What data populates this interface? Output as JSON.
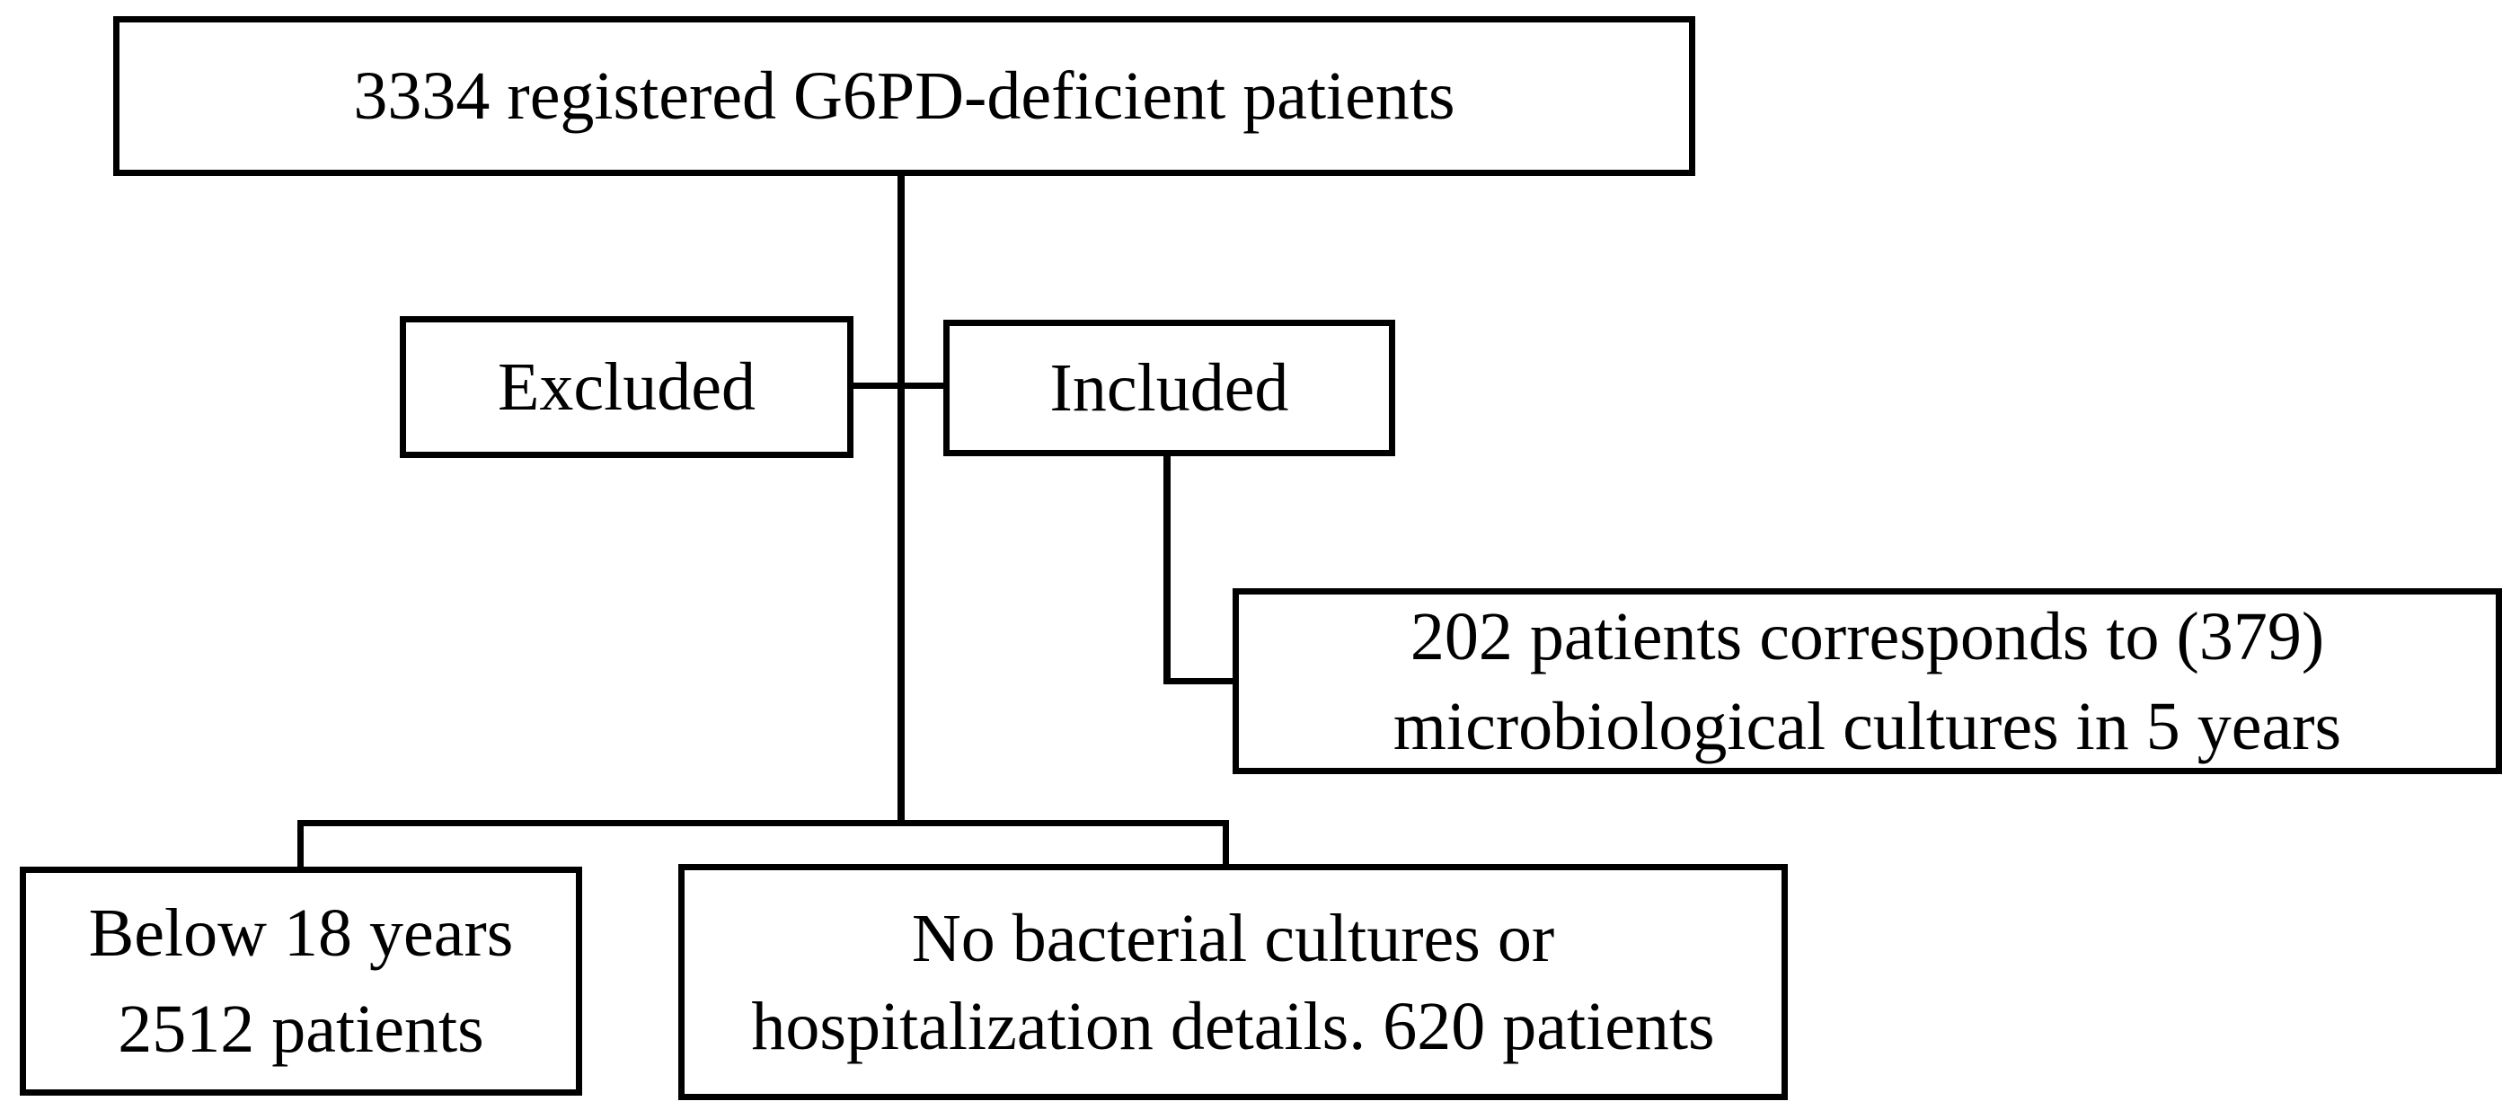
{
  "diagram_type": "flowchart",
  "colors": {
    "background": "#ffffff",
    "line": "#000000",
    "text": "#000000"
  },
  "nodes": {
    "root": {
      "label": "3334 registered G6PD-deficient patients"
    },
    "excluded": {
      "label": "Excluded"
    },
    "included": {
      "label": "Included"
    },
    "included_outcome": {
      "line1": "202 patients corresponds to (379)",
      "line2": "microbiological cultures in 5 years"
    },
    "excluded_below18": {
      "line1": "Below 18 years",
      "line2": "2512 patients"
    },
    "excluded_no_cultures": {
      "line1": "No bacterial cultures or",
      "line2": "hospitalization details. 620 patients"
    }
  },
  "edges": [
    "root -> excluded/included junction",
    "excluded - included",
    "included -> included_outcome",
    "root -> excluded_below18",
    "root -> excluded_no_cultures"
  ]
}
